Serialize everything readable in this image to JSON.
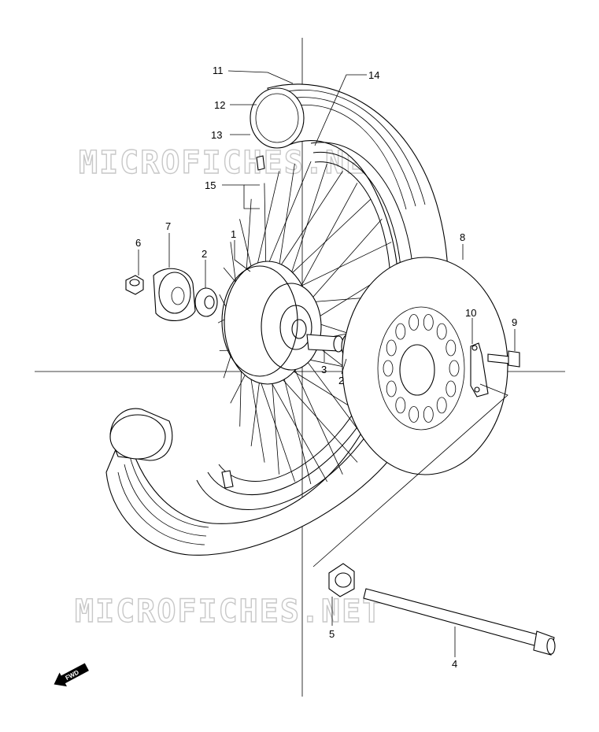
{
  "watermark": "MICROFICHES.NET",
  "fwd_label": "FWD",
  "callouts": [
    "11",
    "12",
    "13",
    "14",
    "15",
    "1",
    "6",
    "7",
    "2",
    "8",
    "10",
    "9",
    "3",
    "2",
    "5",
    "4"
  ]
}
